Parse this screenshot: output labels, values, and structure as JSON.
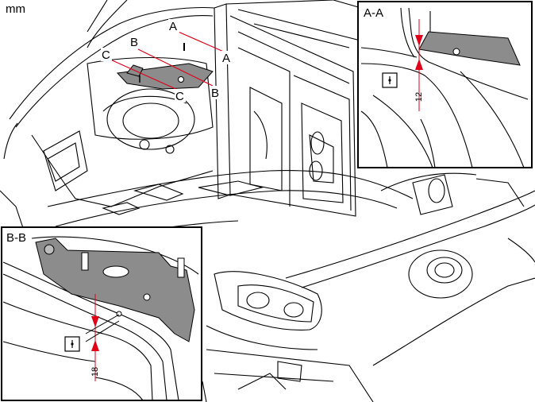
{
  "unit_label": "mm",
  "section_markers": {
    "a": "A",
    "b": "B",
    "c": "C"
  },
  "detail_views": [
    {
      "title": "A-A",
      "dimension": "12"
    },
    {
      "title": "B-B",
      "dimension": "18"
    }
  ],
  "colors": {
    "line": "#000000",
    "bracket_fill": "#8c8c8c",
    "section_line": "#e0001a",
    "arrow": "#e0001a",
    "background": "#ffffff"
  },
  "icons": [
    "measurement-symbol-icon"
  ]
}
